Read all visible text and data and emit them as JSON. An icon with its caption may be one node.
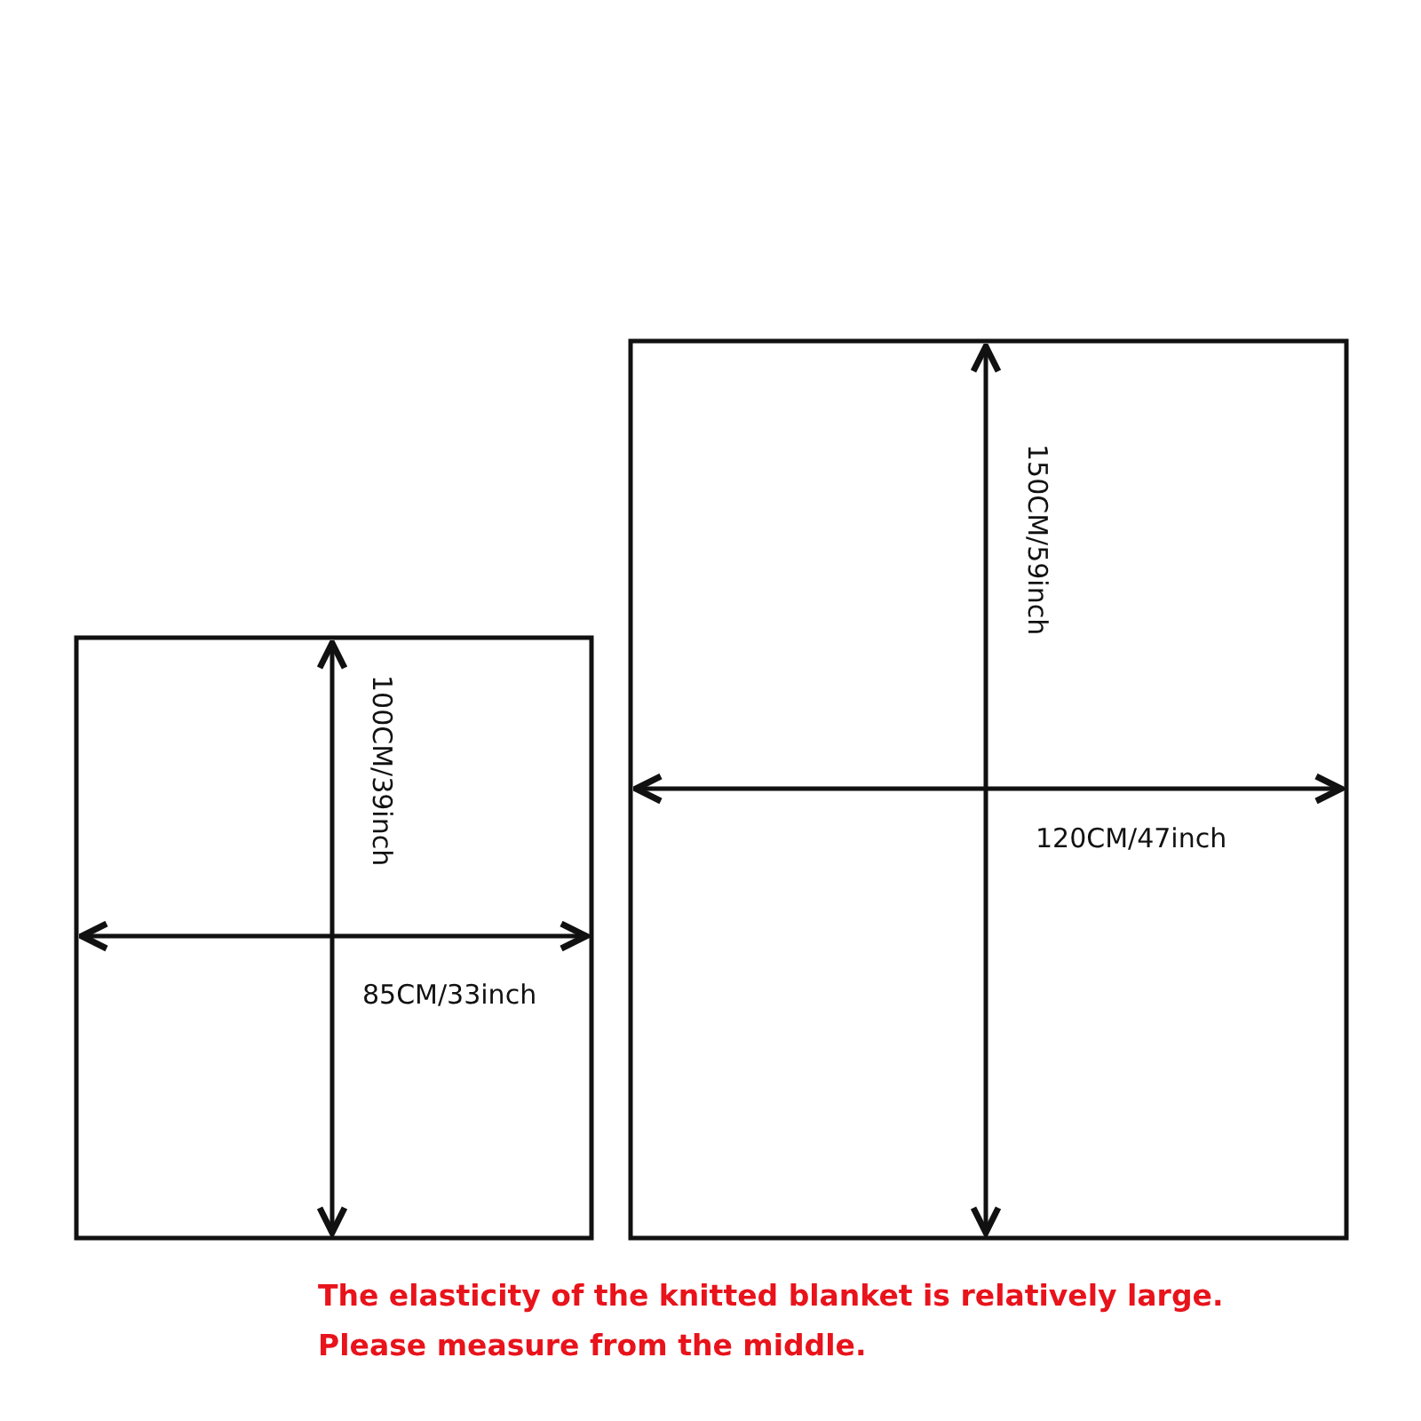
{
  "diagram": {
    "labels": [
      "100CM/39inch",
      "85CM/33inch",
      "150CM/59inch",
      "120CM/47inch",
      "The elasticity of the knitted blanket is relatively large.",
      "Please measure from the middle."
    ]
  }
}
